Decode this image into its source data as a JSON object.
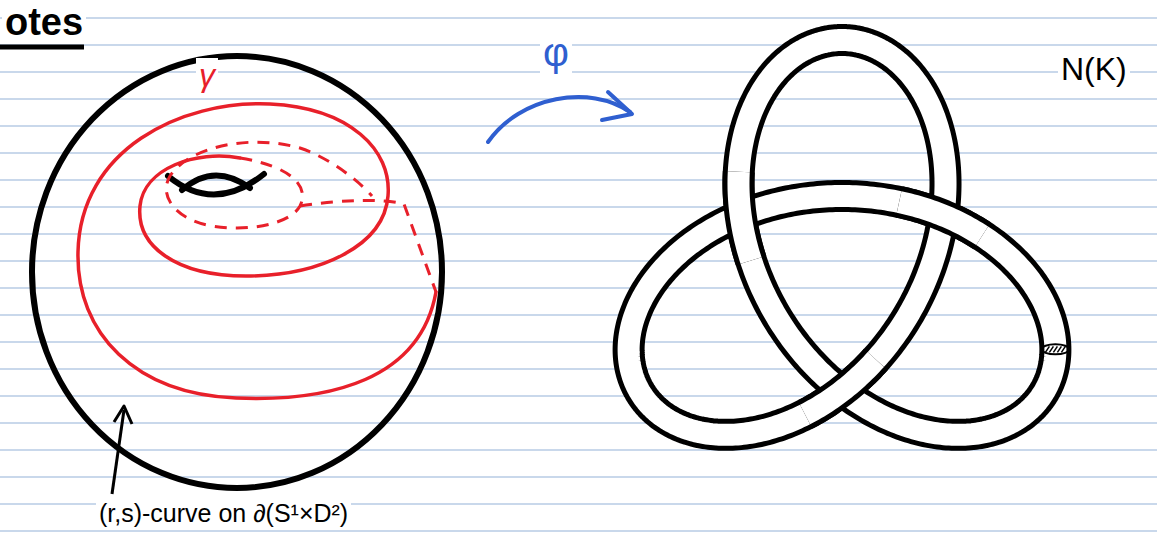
{
  "diagram": {
    "labels": [
      "otes",
      "γ",
      "φ",
      "N(K)",
      "(r,s)-curve on ∂(S¹×D²)"
    ]
  }
}
